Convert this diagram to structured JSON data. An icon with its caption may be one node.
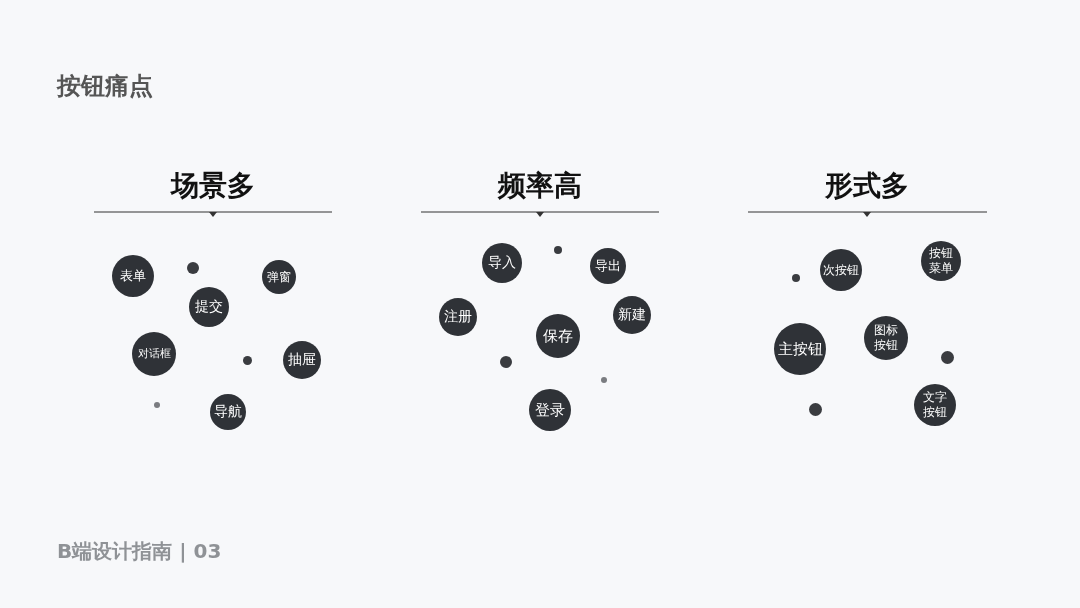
{
  "diagram": {
    "title": "按钮痛点",
    "nodes": [
      {
        "text": [
          "表单"
        ]
      },
      {
        "text": [],
        "shape": "circle"
      },
      {
        "text": [
          "弹窗"
        ]
      },
      {
        "text": [
          "提交"
        ]
      },
      {
        "text": [
          "对话框"
        ]
      },
      {
        "text": [],
        "shape": "circle"
      },
      {
        "text": [
          "抽屉"
        ]
      },
      {
        "text": [],
        "shape": "circle"
      },
      {
        "text": [
          "导航"
        ]
      },
      {
        "text": [
          "导入"
        ]
      },
      {
        "text": [],
        "shape": "circle"
      },
      {
        "text": [
          "导出"
        ]
      },
      {
        "text": [
          "注册"
        ]
      },
      {
        "text": [
          "保存"
        ]
      },
      {
        "text": [
          "新建"
        ]
      },
      {
        "text": [],
        "shape": "circle"
      },
      {
        "text": [],
        "shape": "circle"
      },
      {
        "text": [
          "登录"
        ]
      },
      {
        "text": [
          "按钮菜单"
        ]
      },
      {
        "text": [],
        "shape": "circle"
      },
      {
        "text": [
          "次按钮"
        ]
      },
      {
        "text": [
          "图标按钮"
        ]
      },
      {
        "text": [
          "主按钮"
        ]
      },
      {
        "text": [],
        "shape": "circle"
      },
      {
        "text": [
          "文字按钮"
        ]
      },
      {
        "text": [],
        "shape": "circle"
      }
    ],
    "labels": [
      "场景多",
      "频率高",
      "形式多",
      "B端设计指南 | 03"
    ]
  }
}
